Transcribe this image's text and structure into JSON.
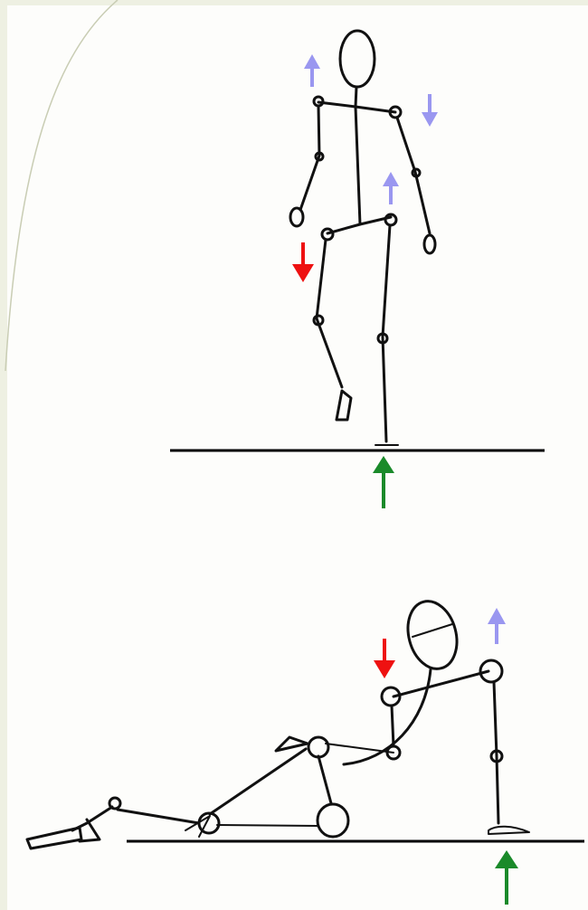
{
  "colors": {
    "background": "#fdfdfb",
    "border": "#eef0e2",
    "figure_line": "#111111",
    "arrow_up_small": "#9a97f0",
    "arrow_down_red": "#ee1111",
    "arrow_ground_green": "#1a8a2a"
  },
  "figures": [
    {
      "pose": "standing-on-one-leg",
      "arrows": [
        {
          "icon": "arrow-up-icon",
          "color": "lavender"
        },
        {
          "icon": "arrow-down-icon",
          "color": "lavender"
        },
        {
          "icon": "arrow-up-icon",
          "color": "lavender"
        },
        {
          "icon": "arrow-down-icon",
          "color": "red"
        },
        {
          "icon": "arrow-up-icon",
          "color": "green"
        }
      ]
    },
    {
      "pose": "reclining-on-one-arm",
      "arrows": [
        {
          "icon": "arrow-down-icon",
          "color": "red"
        },
        {
          "icon": "arrow-up-icon",
          "color": "lavender"
        },
        {
          "icon": "arrow-up-icon",
          "color": "green"
        }
      ]
    }
  ]
}
